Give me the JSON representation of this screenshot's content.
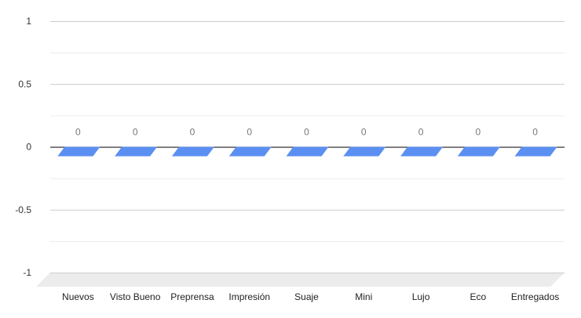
{
  "chart_data": {
    "type": "bar",
    "style": "3d",
    "categories": [
      "Nuevos",
      "Visto Bueno",
      "Preprensa",
      "Impresión",
      "Suaje",
      "Mini",
      "Lujo",
      "Eco",
      "Entregados"
    ],
    "values": [
      0,
      0,
      0,
      0,
      0,
      0,
      0,
      0,
      0
    ],
    "data_labels": [
      "0",
      "0",
      "0",
      "0",
      "0",
      "0",
      "0",
      "0",
      "0"
    ],
    "y_ticks": [
      "1",
      "0.5",
      "0",
      "-0.5",
      "-1"
    ],
    "ylim": [
      -1,
      1
    ],
    "grid": true,
    "legend": "none",
    "colors": {
      "bar": "#5b8ff2",
      "axis": "#333333",
      "grid": "#cccccc",
      "minor_grid": "#ececec",
      "floor": "#ececec"
    }
  }
}
